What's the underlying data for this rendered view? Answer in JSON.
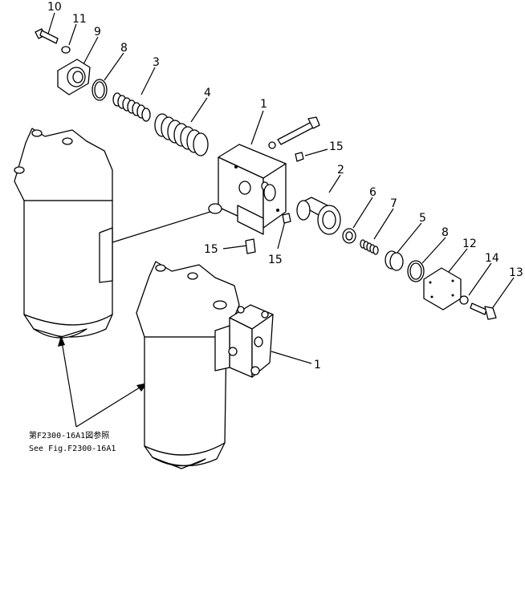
{
  "callouts": {
    "c10": "10",
    "c11": "11",
    "c9": "9",
    "c8a": "8",
    "c3": "3",
    "c4": "4",
    "c1a": "1",
    "c15a": "15",
    "c2": "2",
    "c6": "6",
    "c7": "7",
    "c5": "5",
    "c8b": "8",
    "c12": "12",
    "c14": "14",
    "c13": "13",
    "c15b": "15",
    "c15c": "15",
    "c1b": "1"
  },
  "reference_note": {
    "line1": "第F2300-16A1図参照",
    "line2": "See Fig.F2300-16A1"
  }
}
